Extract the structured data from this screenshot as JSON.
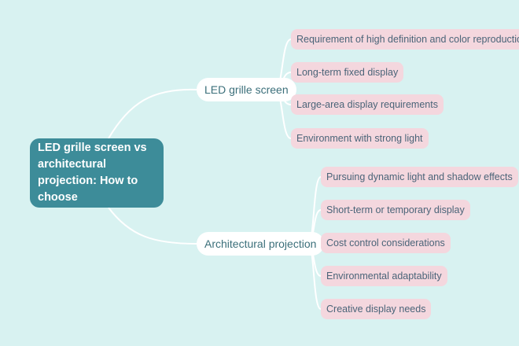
{
  "root": {
    "title": "LED grille screen vs architectural projection: How to choose"
  },
  "branches": [
    {
      "label": "LED grille screen",
      "leaves": [
        "Requirement of high definition and color reproduction",
        "Long-term fixed display",
        "Large-area display requirements",
        "Environment with strong light"
      ]
    },
    {
      "label": "Architectural projection",
      "leaves": [
        "Pursuing dynamic light and shadow effects",
        "Short-term or temporary display",
        "Cost control considerations",
        "Environmental adaptability",
        "Creative display needs"
      ]
    }
  ],
  "colors": {
    "background": "#d8f2f1",
    "root_fill": "#3d8c99",
    "branch_fill": "#ffffff",
    "leaf_fill": "#f4d7de",
    "connector": "#ffffff"
  }
}
